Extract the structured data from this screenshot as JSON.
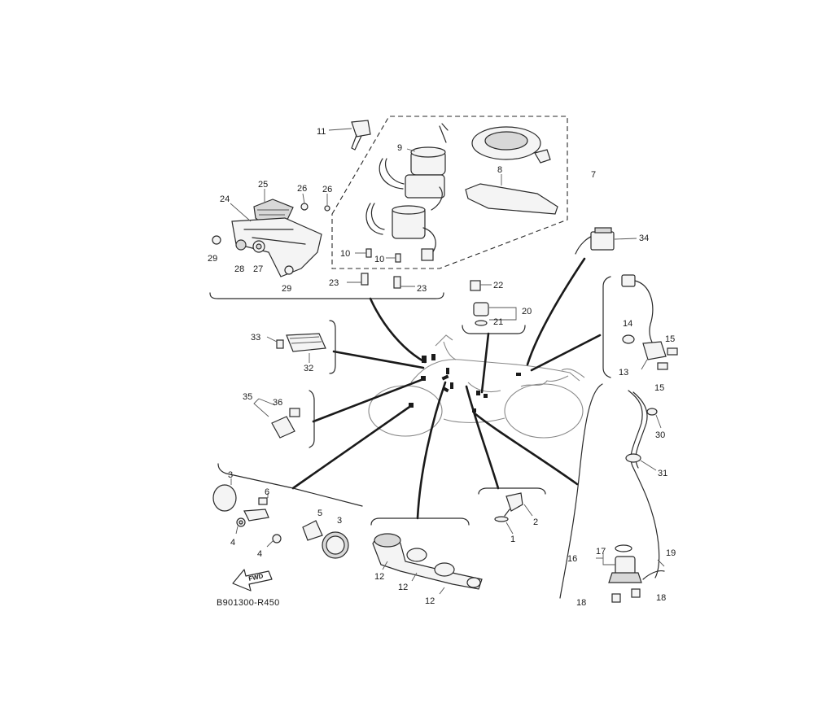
{
  "diagram_code": "B901300-R450",
  "fwd_label": "FWD",
  "callouts": [
    "11",
    "9",
    "8",
    "7",
    "25",
    "26",
    "26",
    "24",
    "29",
    "28",
    "27",
    "29",
    "10",
    "10",
    "23",
    "23",
    "34",
    "22",
    "20",
    "21",
    "14",
    "15",
    "13",
    "15",
    "33",
    "32",
    "35",
    "36",
    "30",
    "31",
    "3",
    "6",
    "5",
    "3",
    "4",
    "4",
    "2",
    "1",
    "12",
    "12",
    "12",
    "16",
    "17",
    "19",
    "18",
    "18"
  ]
}
